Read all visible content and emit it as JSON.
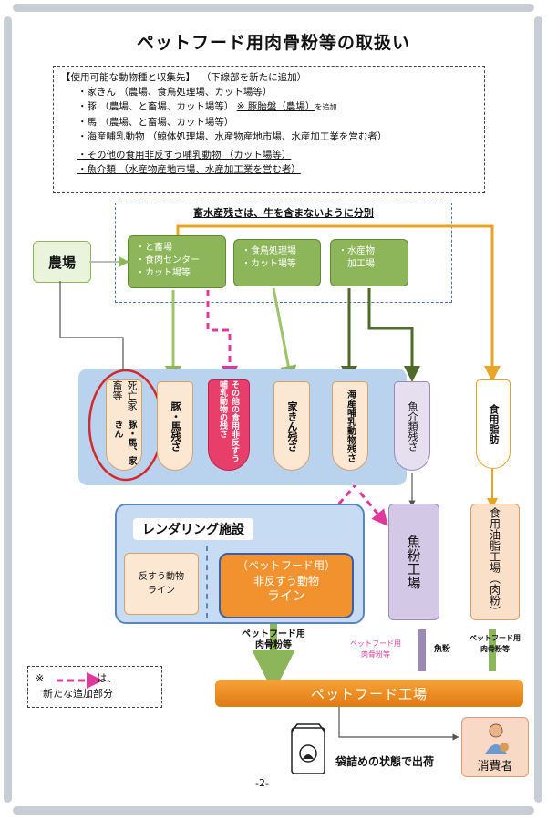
{
  "title": "ペットフード用肉骨粉等の取扱い",
  "species": {
    "header": "【使用可能な動物種と収集先】",
    "header_note": "（下線部を新たに追加）",
    "items": [
      "・家きん （農場、食鳥処理場、カット場等）",
      "・豚 （農場、と畜場、カット場等）",
      "・馬 （農場、と畜場、カット場等）",
      "・海産哺乳動物 （鯨体処理場、水産物産地市場、水産加工業を営む者）"
    ],
    "pig_note": "※ 豚胎盤（農場）",
    "pig_note_suffix": "を追加",
    "underlined": [
      "・その他の食用非反すう哺乳動物 （カット場等）",
      "・魚介類 （水産物産地市場、水産加工業を営む者）"
    ]
  },
  "banner": "畜水産残さは、牛を含まないように分別",
  "farm": "農場",
  "sources": {
    "slaughter": [
      "・と畜場",
      "・食肉センター",
      "・カット場等"
    ],
    "poultry": [
      "・食鳥処理場",
      "・カット場等"
    ],
    "seafood": [
      "・水産物",
      "加工場"
    ]
  },
  "tubes": {
    "dead": "死亡家畜等",
    "dead_sub": "豚・馬、家きん",
    "pig_horse": "豚・馬残さ",
    "other": "その他の食用非反すう哺乳動物の残さ",
    "poultry": "家きん残さ",
    "marine": "海産哺乳動物残さ",
    "fish": "魚介類残さ",
    "fat": "食用脂肪"
  },
  "rendering": {
    "title": "レンダリング施設",
    "ruminant": [
      "反すう動物",
      "ライン"
    ],
    "nonrum": [
      "（ペットフード用）",
      "非反すう動物",
      "ライン"
    ]
  },
  "fishmeal_plant": "魚粉工場",
  "fat_plant": "食用油脂工場",
  "fat_plant_sub": "（肉粉）",
  "products": {
    "mbm": [
      "ペットフード用",
      "肉骨粉等"
    ],
    "petfood_mbm": [
      "ペットフード用",
      "肉骨粉等"
    ],
    "fishmeal": "魚粉",
    "meatmeal": [
      "ペットフード用",
      "肉骨粉等"
    ]
  },
  "factory": "ペットフード工場",
  "legend": {
    "mark": "※",
    "text1": "は、",
    "text2": "新たな追加部分"
  },
  "packed": "袋詰めの状態で出荷",
  "consumer": "消費者",
  "page": "-2-"
}
